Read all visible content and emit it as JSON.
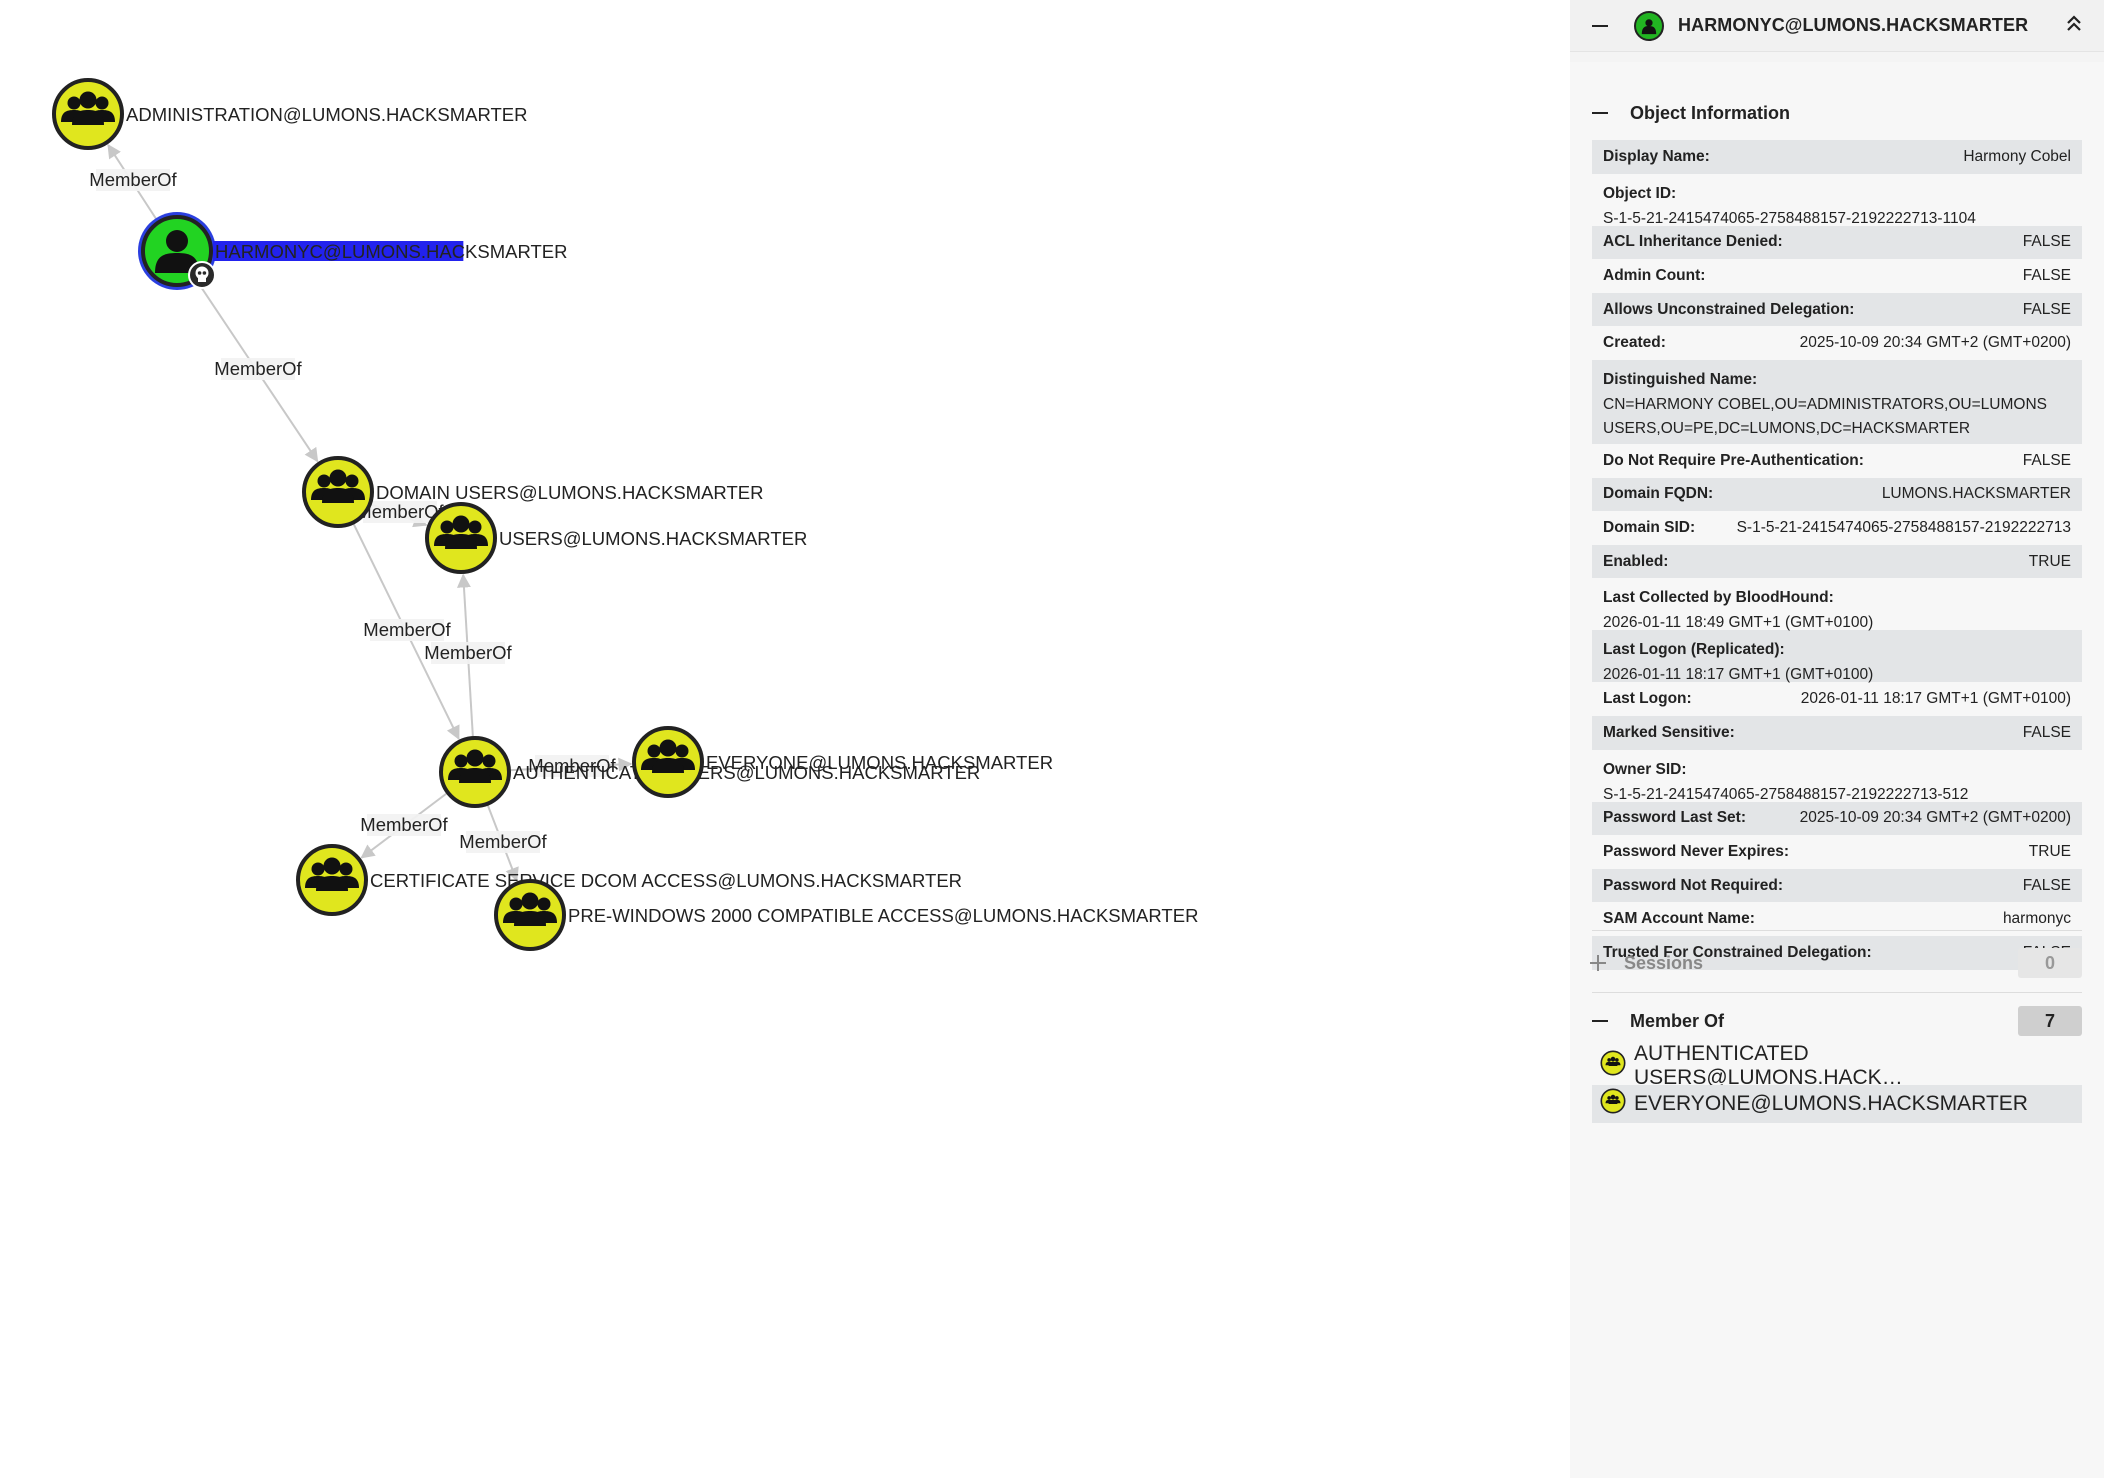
{
  "graph": {
    "nodes": [
      {
        "id": "admin",
        "label": "ADMINISTRATION@LUMONS.HACKSMARTER",
        "kind": "group",
        "icon": "group-icon"
      },
      {
        "id": "harmony",
        "label": "HARMONYC@LUMONS.HACKSMARTER",
        "kind": "user",
        "icon": "user-icon",
        "selected": true,
        "badge": "skull-icon"
      },
      {
        "id": "domainusers",
        "label": "DOMAIN USERS@LUMONS.HACKSMARTER",
        "kind": "group",
        "icon": "group-icon"
      },
      {
        "id": "users",
        "label": "USERS@LUMONS.HACKSMARTER",
        "kind": "group",
        "icon": "group-icon"
      },
      {
        "id": "authusers",
        "label": "AUTHENTICATED USERS@LUMONS.HACKSMARTER",
        "kind": "group",
        "icon": "group-icon"
      },
      {
        "id": "everyone",
        "label": "EVERYONE@LUMONS.HACKSMARTER",
        "kind": "group",
        "icon": "group-icon"
      },
      {
        "id": "certsvc",
        "label": "CERTIFICATE SERVICE DCOM ACCESS@LUMONS.HACKSMARTER",
        "kind": "group",
        "icon": "group-icon"
      },
      {
        "id": "prewin",
        "label": "PRE-WINDOWS 2000 COMPATIBLE ACCESS@LUMONS.HACKSMARTER",
        "kind": "group",
        "icon": "group-icon"
      }
    ],
    "edges": [
      {
        "from": "harmony",
        "to": "admin",
        "label": "MemberOf"
      },
      {
        "from": "harmony",
        "to": "domainusers",
        "label": "MemberOf"
      },
      {
        "from": "domainusers",
        "to": "users",
        "label": "MemberOf"
      },
      {
        "from": "domainusers",
        "to": "authusers",
        "label": "MemberOf"
      },
      {
        "from": "authusers",
        "to": "users",
        "label": "MemberOf"
      },
      {
        "from": "authusers",
        "to": "everyone",
        "label": "MemberOf"
      },
      {
        "from": "authusers",
        "to": "certsvc",
        "label": "MemberOf"
      },
      {
        "from": "authusers",
        "to": "prewin",
        "label": "MemberOf"
      }
    ],
    "colors": {
      "group_fill": "#e0e61e",
      "user_fill": "#22d322",
      "selected_ring": "#2b3fe0",
      "selected_label_bg": "#2222ee",
      "edge": "#c8c8c8"
    }
  },
  "panel": {
    "title": "HARMONYC@LUMONS.HACKSMARTER",
    "header_icon": "user-icon",
    "header_action_icon": "double-chevron-up-icon",
    "object_info": {
      "title": "Object Information",
      "properties": [
        {
          "key": "Display Name:",
          "value": "Harmony Cobel"
        },
        {
          "key": "Object ID:",
          "value": "S-1-5-21-2415474065-2758488157-2192222713-1104",
          "multiline": true
        },
        {
          "key": "ACL Inheritance Denied:",
          "value": "FALSE"
        },
        {
          "key": "Admin Count:",
          "value": "FALSE"
        },
        {
          "key": "Allows Unconstrained Delegation:",
          "value": "FALSE"
        },
        {
          "key": "Created:",
          "value": "2025-10-09 20:34 GMT+2 (GMT+0200)"
        },
        {
          "key": "Distinguished Name:",
          "value": "CN=HARMONY COBEL,OU=ADMINISTRATORS,OU=LUMONS USERS,OU=PE,DC=LUMONS,DC=HACKSMARTER",
          "multiline": true
        },
        {
          "key": "Do Not Require Pre-Authentication:",
          "value": "FALSE"
        },
        {
          "key": "Domain FQDN:",
          "value": "LUMONS.HACKSMARTER"
        },
        {
          "key": "Domain SID:",
          "value": "S-1-5-21-2415474065-2758488157-2192222713"
        },
        {
          "key": "Enabled:",
          "value": "TRUE"
        },
        {
          "key": "Last Collected by BloodHound:",
          "value": "2026-01-11 18:49 GMT+1 (GMT+0100)",
          "multiline": true
        },
        {
          "key": "Last Logon (Replicated):",
          "value": "2026-01-11 18:17 GMT+1 (GMT+0100)",
          "multiline": true
        },
        {
          "key": "Last Logon:",
          "value": "2026-01-11 18:17 GMT+1 (GMT+0100)"
        },
        {
          "key": "Marked Sensitive:",
          "value": "FALSE"
        },
        {
          "key": "Owner SID:",
          "value": "S-1-5-21-2415474065-2758488157-2192222713-512",
          "multiline": true
        },
        {
          "key": "Password Last Set:",
          "value": "2025-10-09 20:34 GMT+2 (GMT+0200)"
        },
        {
          "key": "Password Never Expires:",
          "value": "TRUE"
        },
        {
          "key": "Password Not Required:",
          "value": "FALSE"
        },
        {
          "key": "SAM Account Name:",
          "value": "harmonyc"
        },
        {
          "key": "Trusted For Constrained Delegation:",
          "value": "FALSE"
        }
      ]
    },
    "sessions": {
      "title": "Sessions",
      "count": "0",
      "icon": "plus-icon"
    },
    "member_of": {
      "title": "Member Of",
      "count": "7",
      "items": [
        {
          "label": "AUTHENTICATED USERS@LUMONS.HACK…",
          "icon": "group-icon"
        },
        {
          "label": "EVERYONE@LUMONS.HACKSMARTER",
          "icon": "group-icon"
        }
      ]
    }
  }
}
